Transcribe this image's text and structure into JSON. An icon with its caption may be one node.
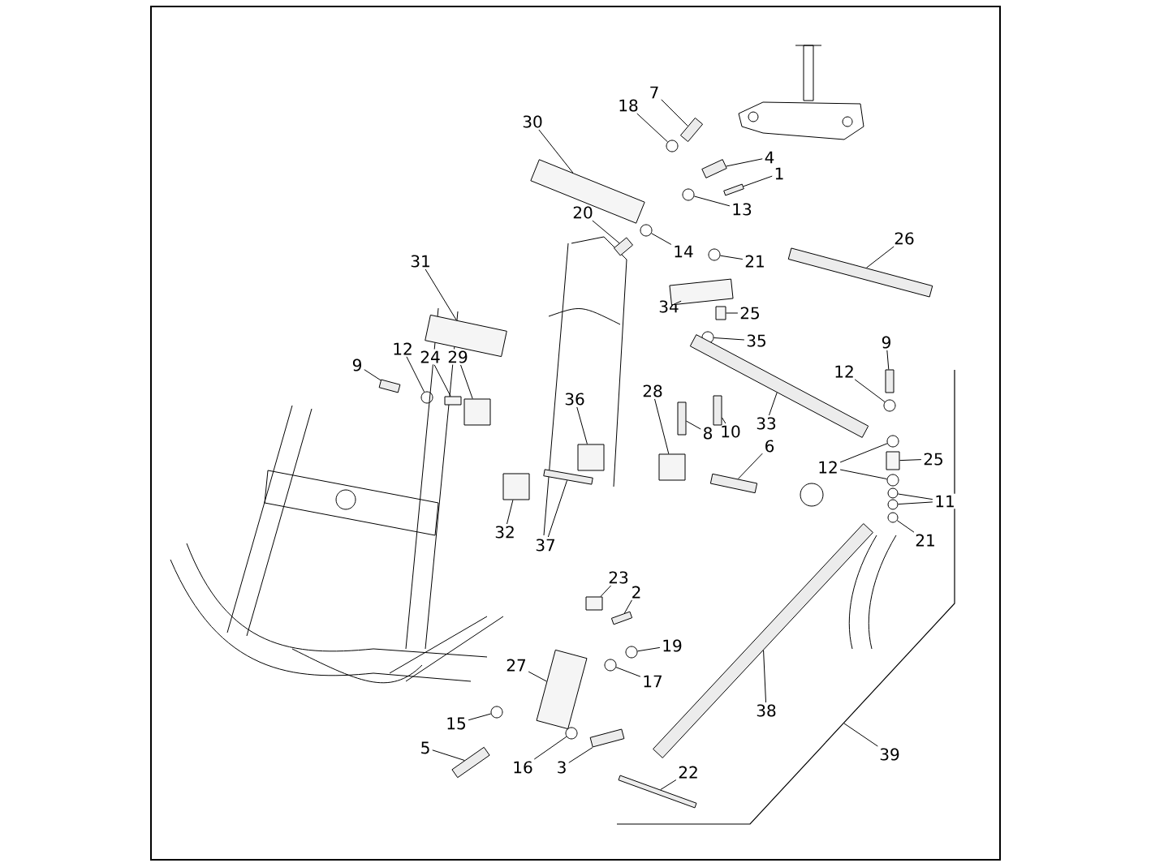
{
  "diagram": {
    "nodes": [
      {
        "text": [
          "7"
        ]
      },
      {
        "text": [
          "18"
        ]
      },
      {
        "text": [
          "30"
        ]
      },
      {
        "text": [
          "4"
        ]
      },
      {
        "text": [
          "1"
        ]
      },
      {
        "text": [
          "13"
        ]
      },
      {
        "text": [
          "20"
        ]
      },
      {
        "text": [
          "14"
        ]
      },
      {
        "text": [
          "26"
        ]
      },
      {
        "text": [
          "31"
        ]
      },
      {
        "text": [
          "21"
        ]
      },
      {
        "text": [
          "34"
        ]
      },
      {
        "text": [
          "25"
        ]
      },
      {
        "text": [
          "35"
        ]
      },
      {
        "text": [
          "9"
        ]
      },
      {
        "text": [
          "12"
        ]
      },
      {
        "text": [
          "24"
        ]
      },
      {
        "text": [
          "29"
        ]
      },
      {
        "text": [
          "9"
        ]
      },
      {
        "text": [
          "12"
        ]
      },
      {
        "text": [
          "28"
        ]
      },
      {
        "text": [
          "36"
        ]
      },
      {
        "text": [
          "8"
        ]
      },
      {
        "text": [
          "10"
        ]
      },
      {
        "text": [
          "33"
        ]
      },
      {
        "text": [
          "6"
        ]
      },
      {
        "text": [
          "25"
        ]
      },
      {
        "text": [
          "12"
        ]
      },
      {
        "text": [
          "11"
        ]
      },
      {
        "text": [
          "32"
        ]
      },
      {
        "text": [
          "21"
        ]
      },
      {
        "text": [
          "37"
        ]
      },
      {
        "text": [
          "23"
        ]
      },
      {
        "text": [
          "2"
        ]
      },
      {
        "text": [
          "19"
        ]
      },
      {
        "text": [
          "27"
        ]
      },
      {
        "text": [
          "17"
        ]
      },
      {
        "text": [
          "38"
        ]
      },
      {
        "text": [
          "15"
        ]
      },
      {
        "text": [
          "5"
        ]
      },
      {
        "text": [
          "39"
        ]
      },
      {
        "text": [
          "16"
        ]
      },
      {
        "text": [
          "3"
        ]
      },
      {
        "text": [
          "22"
        ]
      },
      {
        "text": [],
        "shape": "bar"
      },
      {
        "text": [],
        "shape": "circle"
      },
      {
        "text": [],
        "shape": "box"
      },
      {
        "text": [],
        "shape": "bar"
      },
      {
        "text": [],
        "shape": "bar"
      },
      {
        "text": [],
        "shape": "circle"
      },
      {
        "text": [],
        "shape": "bar"
      },
      {
        "text": [],
        "shape": "circle"
      },
      {
        "text": [],
        "shape": "bar"
      },
      {
        "text": [],
        "shape": "box"
      },
      {
        "text": [],
        "shape": "circle"
      },
      {
        "text": [],
        "shape": "box"
      },
      {
        "text": [],
        "shape": "box"
      },
      {
        "text": [],
        "shape": "circle"
      },
      {
        "text": [],
        "shape": "bar"
      },
      {
        "text": [],
        "shape": "circle"
      },
      {
        "text": [],
        "shape": "box"
      },
      {
        "text": [],
        "shape": "box"
      },
      {
        "text": [],
        "shape": "bar"
      },
      {
        "text": [],
        "shape": "circle"
      },
      {
        "text": [],
        "shape": "box"
      },
      {
        "text": [],
        "shape": "box"
      },
      {
        "text": [],
        "shape": "bar"
      },
      {
        "text": [],
        "shape": "bar"
      },
      {
        "text": [],
        "shape": "bar"
      },
      {
        "text": [],
        "shape": "bar"
      },
      {
        "text": [],
        "shape": "box"
      },
      {
        "text": [],
        "shape": "circle"
      },
      {
        "text": [],
        "shape": "circle"
      },
      {
        "text": [],
        "shape": "circle"
      },
      {
        "text": [],
        "shape": "circle"
      },
      {
        "text": [],
        "shape": "box"
      },
      {
        "text": [],
        "shape": "circle"
      },
      {
        "text": [],
        "shape": "bar"
      },
      {
        "text": [],
        "shape": "box"
      },
      {
        "text": [],
        "shape": "bar"
      },
      {
        "text": [],
        "shape": "circle"
      },
      {
        "text": [],
        "shape": "box"
      },
      {
        "text": [],
        "shape": "circle"
      },
      {
        "text": [],
        "shape": "bar"
      },
      {
        "text": [],
        "shape": "circle"
      },
      {
        "text": [],
        "shape": "bar"
      },
      {
        "text": [],
        "shape": "circle"
      },
      {
        "text": [],
        "shape": "bar"
      },
      {
        "text": [],
        "shape": "bar"
      }
    ],
    "edges": [
      {
        "from": 0,
        "to": 44,
        "arrow": "none"
      },
      {
        "from": 1,
        "to": 45,
        "arrow": "none"
      },
      {
        "from": 2,
        "to": 46,
        "arrow": "none"
      },
      {
        "from": 3,
        "to": 47,
        "arrow": "none"
      },
      {
        "from": 4,
        "to": 48,
        "arrow": "none"
      },
      {
        "from": 5,
        "to": 49,
        "arrow": "none"
      },
      {
        "from": 6,
        "to": 50,
        "arrow": "none"
      },
      {
        "from": 7,
        "to": 51,
        "arrow": "none"
      },
      {
        "from": 8,
        "to": 52,
        "arrow": "none"
      },
      {
        "from": 9,
        "to": 53,
        "arrow": "none"
      },
      {
        "from": 10,
        "to": 54,
        "arrow": "none"
      },
      {
        "from": 11,
        "to": 55,
        "arrow": "none"
      },
      {
        "from": 12,
        "to": 56,
        "arrow": "none"
      },
      {
        "from": 13,
        "to": 57,
        "arrow": "none"
      },
      {
        "from": 14,
        "to": 58,
        "arrow": "none"
      },
      {
        "from": 15,
        "to": 59,
        "arrow": "none"
      },
      {
        "from": 16,
        "to": 60,
        "arrow": "none"
      },
      {
        "from": 17,
        "to": 61,
        "arrow": "none"
      },
      {
        "from": 18,
        "to": 62,
        "arrow": "none"
      },
      {
        "from": 19,
        "to": 63,
        "arrow": "none"
      },
      {
        "from": 20,
        "to": 64,
        "arrow": "none"
      },
      {
        "from": 21,
        "to": 65,
        "arrow": "none"
      },
      {
        "from": 22,
        "to": 66,
        "arrow": "none"
      },
      {
        "from": 23,
        "to": 67,
        "arrow": "none"
      },
      {
        "from": 24,
        "to": 68,
        "arrow": "none"
      },
      {
        "from": 25,
        "to": 69,
        "arrow": "none"
      },
      {
        "from": 26,
        "to": 70,
        "arrow": "none"
      },
      {
        "from": 27,
        "to": 71,
        "arrow": "none"
      },
      {
        "from": 27,
        "to": 72,
        "arrow": "none"
      },
      {
        "from": 28,
        "to": 73,
        "arrow": "none"
      },
      {
        "from": 28,
        "to": 74,
        "arrow": "none"
      },
      {
        "from": 29,
        "to": 75,
        "arrow": "none"
      },
      {
        "from": 30,
        "to": 76,
        "arrow": "none"
      },
      {
        "from": 31,
        "to": 77,
        "arrow": "none"
      },
      {
        "from": 32,
        "to": 78,
        "arrow": "none"
      },
      {
        "from": 33,
        "to": 79,
        "arrow": "none"
      },
      {
        "from": 34,
        "to": 80,
        "arrow": "none"
      },
      {
        "from": 35,
        "to": 81,
        "arrow": "none"
      },
      {
        "from": 36,
        "to": 82,
        "arrow": "none"
      },
      {
        "from": 37,
        "to": 83,
        "arrow": "none"
      },
      {
        "from": 38,
        "to": 84,
        "arrow": "none"
      },
      {
        "from": 39,
        "to": 85,
        "arrow": "none"
      },
      {
        "from": 40,
        "to": null,
        "arrow": "none"
      },
      {
        "from": 41,
        "to": 86,
        "arrow": "none"
      },
      {
        "from": 42,
        "to": 87,
        "arrow": "none"
      },
      {
        "from": 43,
        "to": 88,
        "arrow": "none"
      }
    ]
  }
}
